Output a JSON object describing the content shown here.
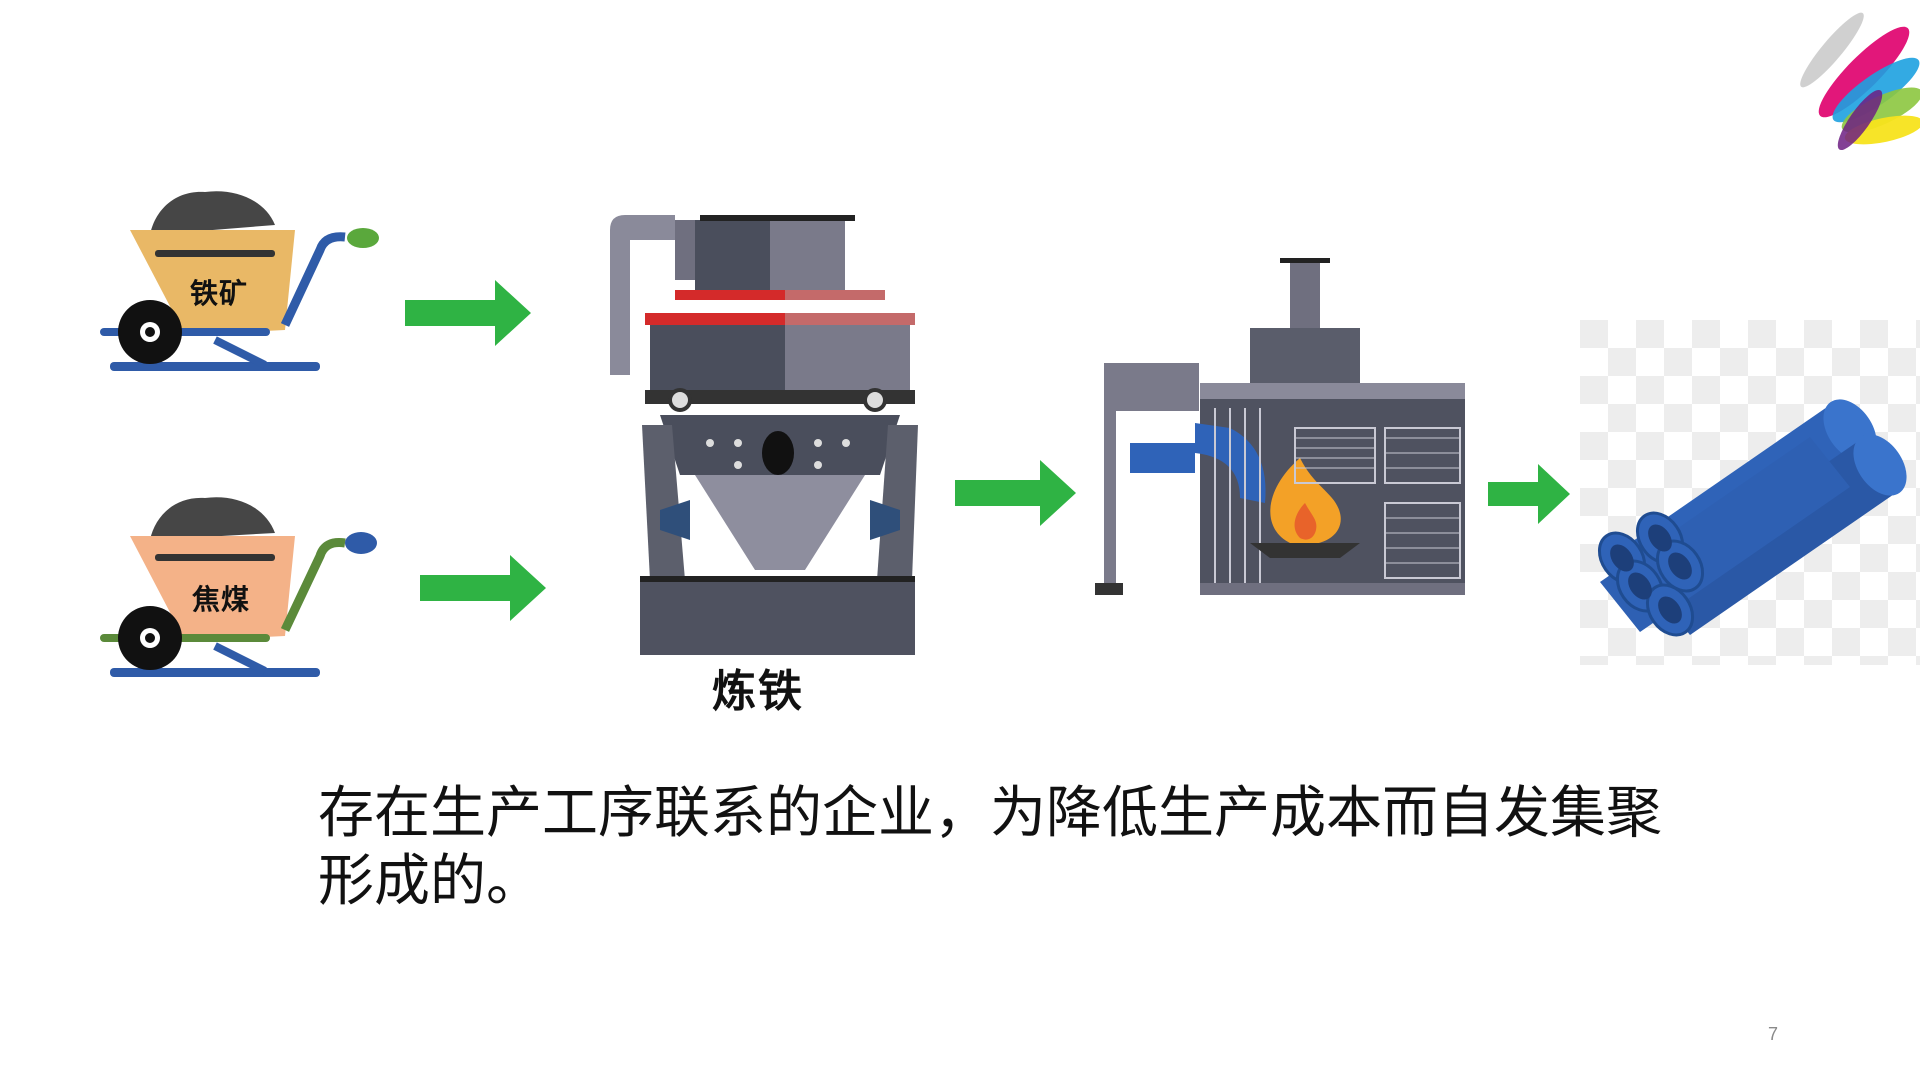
{
  "diagram": {
    "cart_iron_ore": {
      "label": "铁矿",
      "bucket_color": "#e9b866"
    },
    "cart_coke": {
      "label": "焦煤",
      "bucket_color": "#f4b288"
    },
    "smelter": {
      "label": "炼铁"
    },
    "accent_arrow_color": "#2fb344",
    "pipe_color": "#2f63b8"
  },
  "caption": "存在生产工序联系的企业，为降低生产成本而自发集聚形成的。",
  "page_number": "7"
}
